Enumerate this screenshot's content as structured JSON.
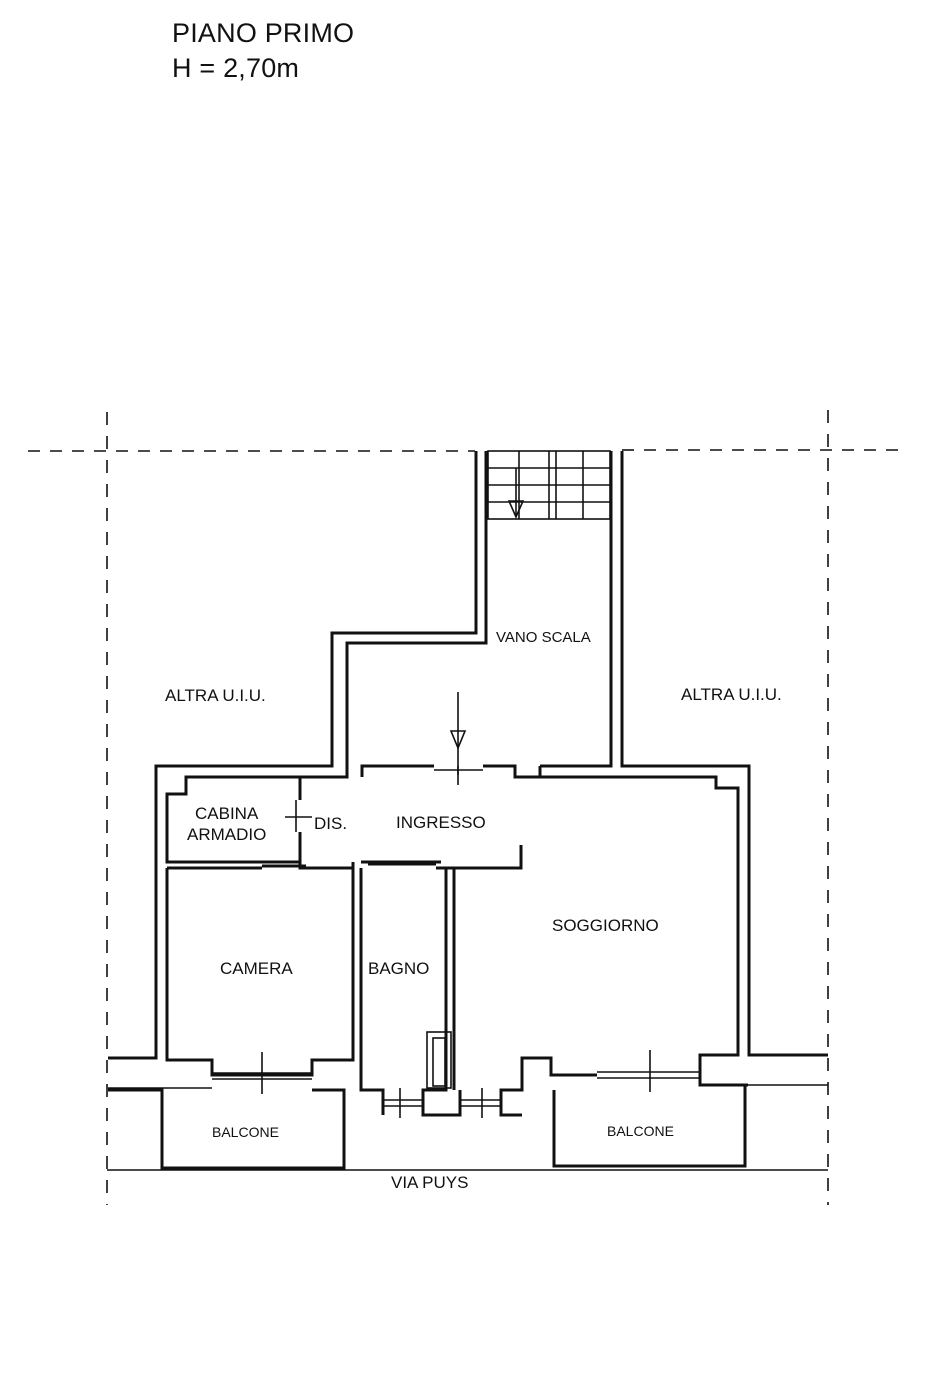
{
  "header": {
    "title": "PIANO PRIMO",
    "height": "H = 2,70m"
  },
  "rooms": {
    "vano_scala": "VANO SCALA",
    "altra_left": "ALTRA U.I.U.",
    "altra_right": "ALTRA U.I.U.",
    "cabina_1": "CABINA",
    "cabina_2": "ARMADIO",
    "dis": "DIS.",
    "ingresso": "INGRESSO",
    "soggiorno": "SOGGIORNO",
    "camera": "CAMERA",
    "bagno": "BAGNO",
    "balcone_left": "BALCONE",
    "balcone_right": "BALCONE"
  },
  "street": "VIA PUYS"
}
